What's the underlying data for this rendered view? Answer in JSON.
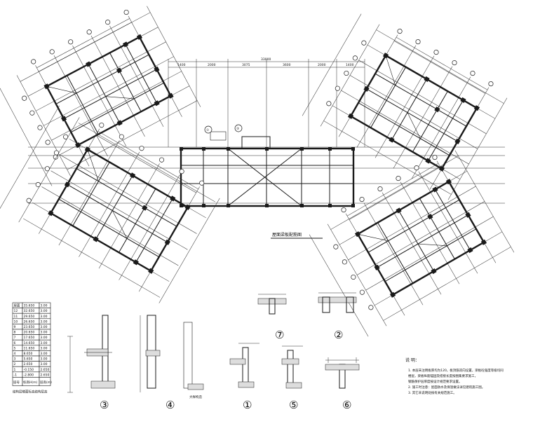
{
  "plan": {
    "caption": "屋面梁板配筋图",
    "top_dimensions": [
      "1400",
      "2000",
      "3075",
      "3600",
      "2000",
      "1400"
    ],
    "overall_dimension": "33000",
    "top_markers": [
      "①",
      "③"
    ]
  },
  "floor_table": {
    "rows": [
      {
        "floor": "屋面",
        "elevation": "35.650",
        "height": "3.00"
      },
      {
        "floor": "12",
        "elevation": "32.650",
        "height": "3.00"
      },
      {
        "floor": "11",
        "elevation": "29.650",
        "height": "3.00"
      },
      {
        "floor": "10",
        "elevation": "26.650",
        "height": "3.00"
      },
      {
        "floor": "9",
        "elevation": "23.650",
        "height": "3.00"
      },
      {
        "floor": "8",
        "elevation": "20.650",
        "height": "3.00"
      },
      {
        "floor": "7",
        "elevation": "17.650",
        "height": "3.00"
      },
      {
        "floor": "6",
        "elevation": "14.650",
        "height": "3.00"
      },
      {
        "floor": "5",
        "elevation": "11.650",
        "height": "3.00"
      },
      {
        "floor": "4",
        "elevation": "8.650",
        "height": "3.00"
      },
      {
        "floor": "3",
        "elevation": "5.650",
        "height": "3.00"
      },
      {
        "floor": "2",
        "elevation": "2.650",
        "height": "3.00"
      },
      {
        "floor": "1",
        "elevation": "-0.150",
        "height": "2.650"
      },
      {
        "floor": "-1",
        "elevation": "-2.800",
        "height": "2.650"
      }
    ],
    "header": {
      "floor": "层号",
      "elevation": "标高H(m)",
      "height": "层高(m)"
    },
    "caption": "结构层楼面标高结构层高"
  },
  "sections": [
    {
      "id": "③",
      "label": "③"
    },
    {
      "id": "④",
      "label": "④",
      "note": "大样构造"
    },
    {
      "id": "①",
      "label": "①"
    },
    {
      "id": "⑤",
      "label": "⑤"
    },
    {
      "id": "⑥",
      "label": "⑥"
    },
    {
      "id": "⑦",
      "label": "⑦"
    },
    {
      "id": "②",
      "label": "②"
    }
  ],
  "notes": {
    "title": "说  明：",
    "lines": [
      "1. 本层未注明板厚均为120，板顶筋双向设置，梁板砼强度等级均同",
      "   楼层，梁板纵筋锚固及搭接长度按图集要求施工，",
      "   钢筋保护层厚度按设计规范要求设置。",
      "2. 施工时注意：屋面防水及保温做法详见建筑施工图。",
      "3. 其它未说明处按有关规范施工。"
    ]
  }
}
